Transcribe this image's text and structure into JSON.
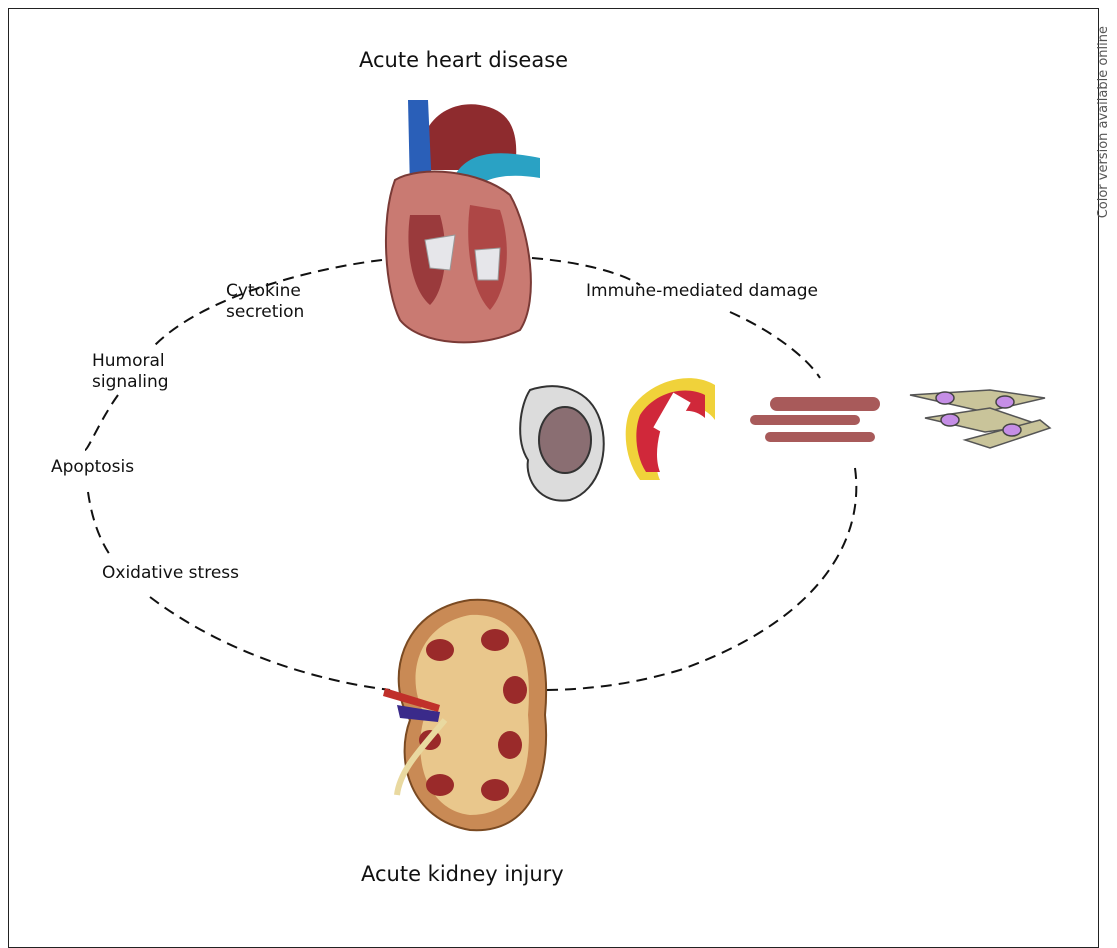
{
  "titles": {
    "top": "Acute heart disease",
    "bottom": "Acute kidney injury"
  },
  "side_note": "Color version available online",
  "mechanisms": {
    "cytokine_line1": "Cytokine",
    "cytokine_line2": "secretion",
    "humoral_line1": "Humoral",
    "humoral_line2": "signaling",
    "apoptosis": "Apoptosis",
    "oxidative": "Oxidative stress",
    "immune": "Immune-mediated damage"
  },
  "colors": {
    "heart_muscle": "#c97a72",
    "heart_dark": "#8e2b2e",
    "vessel_blue": "#2a5fb8",
    "vessel_teal": "#2aa2c4",
    "kidney_outer": "#c98a55",
    "kidney_red": "#9a2a2a",
    "cell_purple": "#c58ee6",
    "cell_khaki": "#c9c49a"
  }
}
